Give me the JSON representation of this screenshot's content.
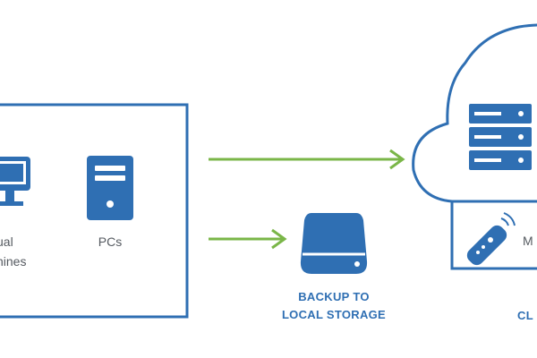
{
  "sources": {
    "vm_label_line1": "ual",
    "vm_label_line2": "hines",
    "pcs_label": "PCs"
  },
  "local_storage": {
    "caption_line1": "BACKUP TO",
    "caption_line2": "LOCAL STORAGE"
  },
  "cloud": {
    "device_label_partial": "M",
    "caption_partial": "CL"
  },
  "icons": {
    "monitor": "monitor-icon",
    "pc": "pc-tower-icon",
    "drive": "hard-drive-icon",
    "server": "server-rack-icon",
    "remote": "remote-control-icon"
  },
  "colors": {
    "blue": "#2f6fb3",
    "arrow": "#7ab648",
    "text": "#555a60"
  }
}
